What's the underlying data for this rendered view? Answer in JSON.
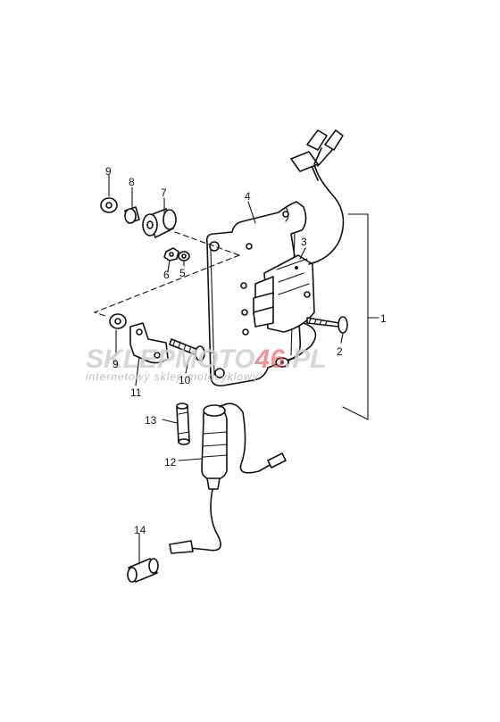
{
  "watermark": {
    "part1": "SKLEP",
    "part2": "MOTO",
    "part3": "46",
    "part4": ".PL",
    "tagline": "internetowy sklep motocyklowy"
  },
  "callouts": [
    {
      "id": "1",
      "label": "1"
    },
    {
      "id": "2",
      "label": "2"
    },
    {
      "id": "3",
      "label": "3"
    },
    {
      "id": "4",
      "label": "4"
    },
    {
      "id": "5",
      "label": "5"
    },
    {
      "id": "6",
      "label": "6"
    },
    {
      "id": "7",
      "label": "7"
    },
    {
      "id": "8",
      "label": "8"
    },
    {
      "id": "9a",
      "label": "9"
    },
    {
      "id": "9b",
      "label": "9"
    },
    {
      "id": "10",
      "label": "10"
    },
    {
      "id": "11",
      "label": "11"
    },
    {
      "id": "12",
      "label": "12"
    },
    {
      "id": "13",
      "label": "13"
    },
    {
      "id": "14",
      "label": "14"
    }
  ]
}
